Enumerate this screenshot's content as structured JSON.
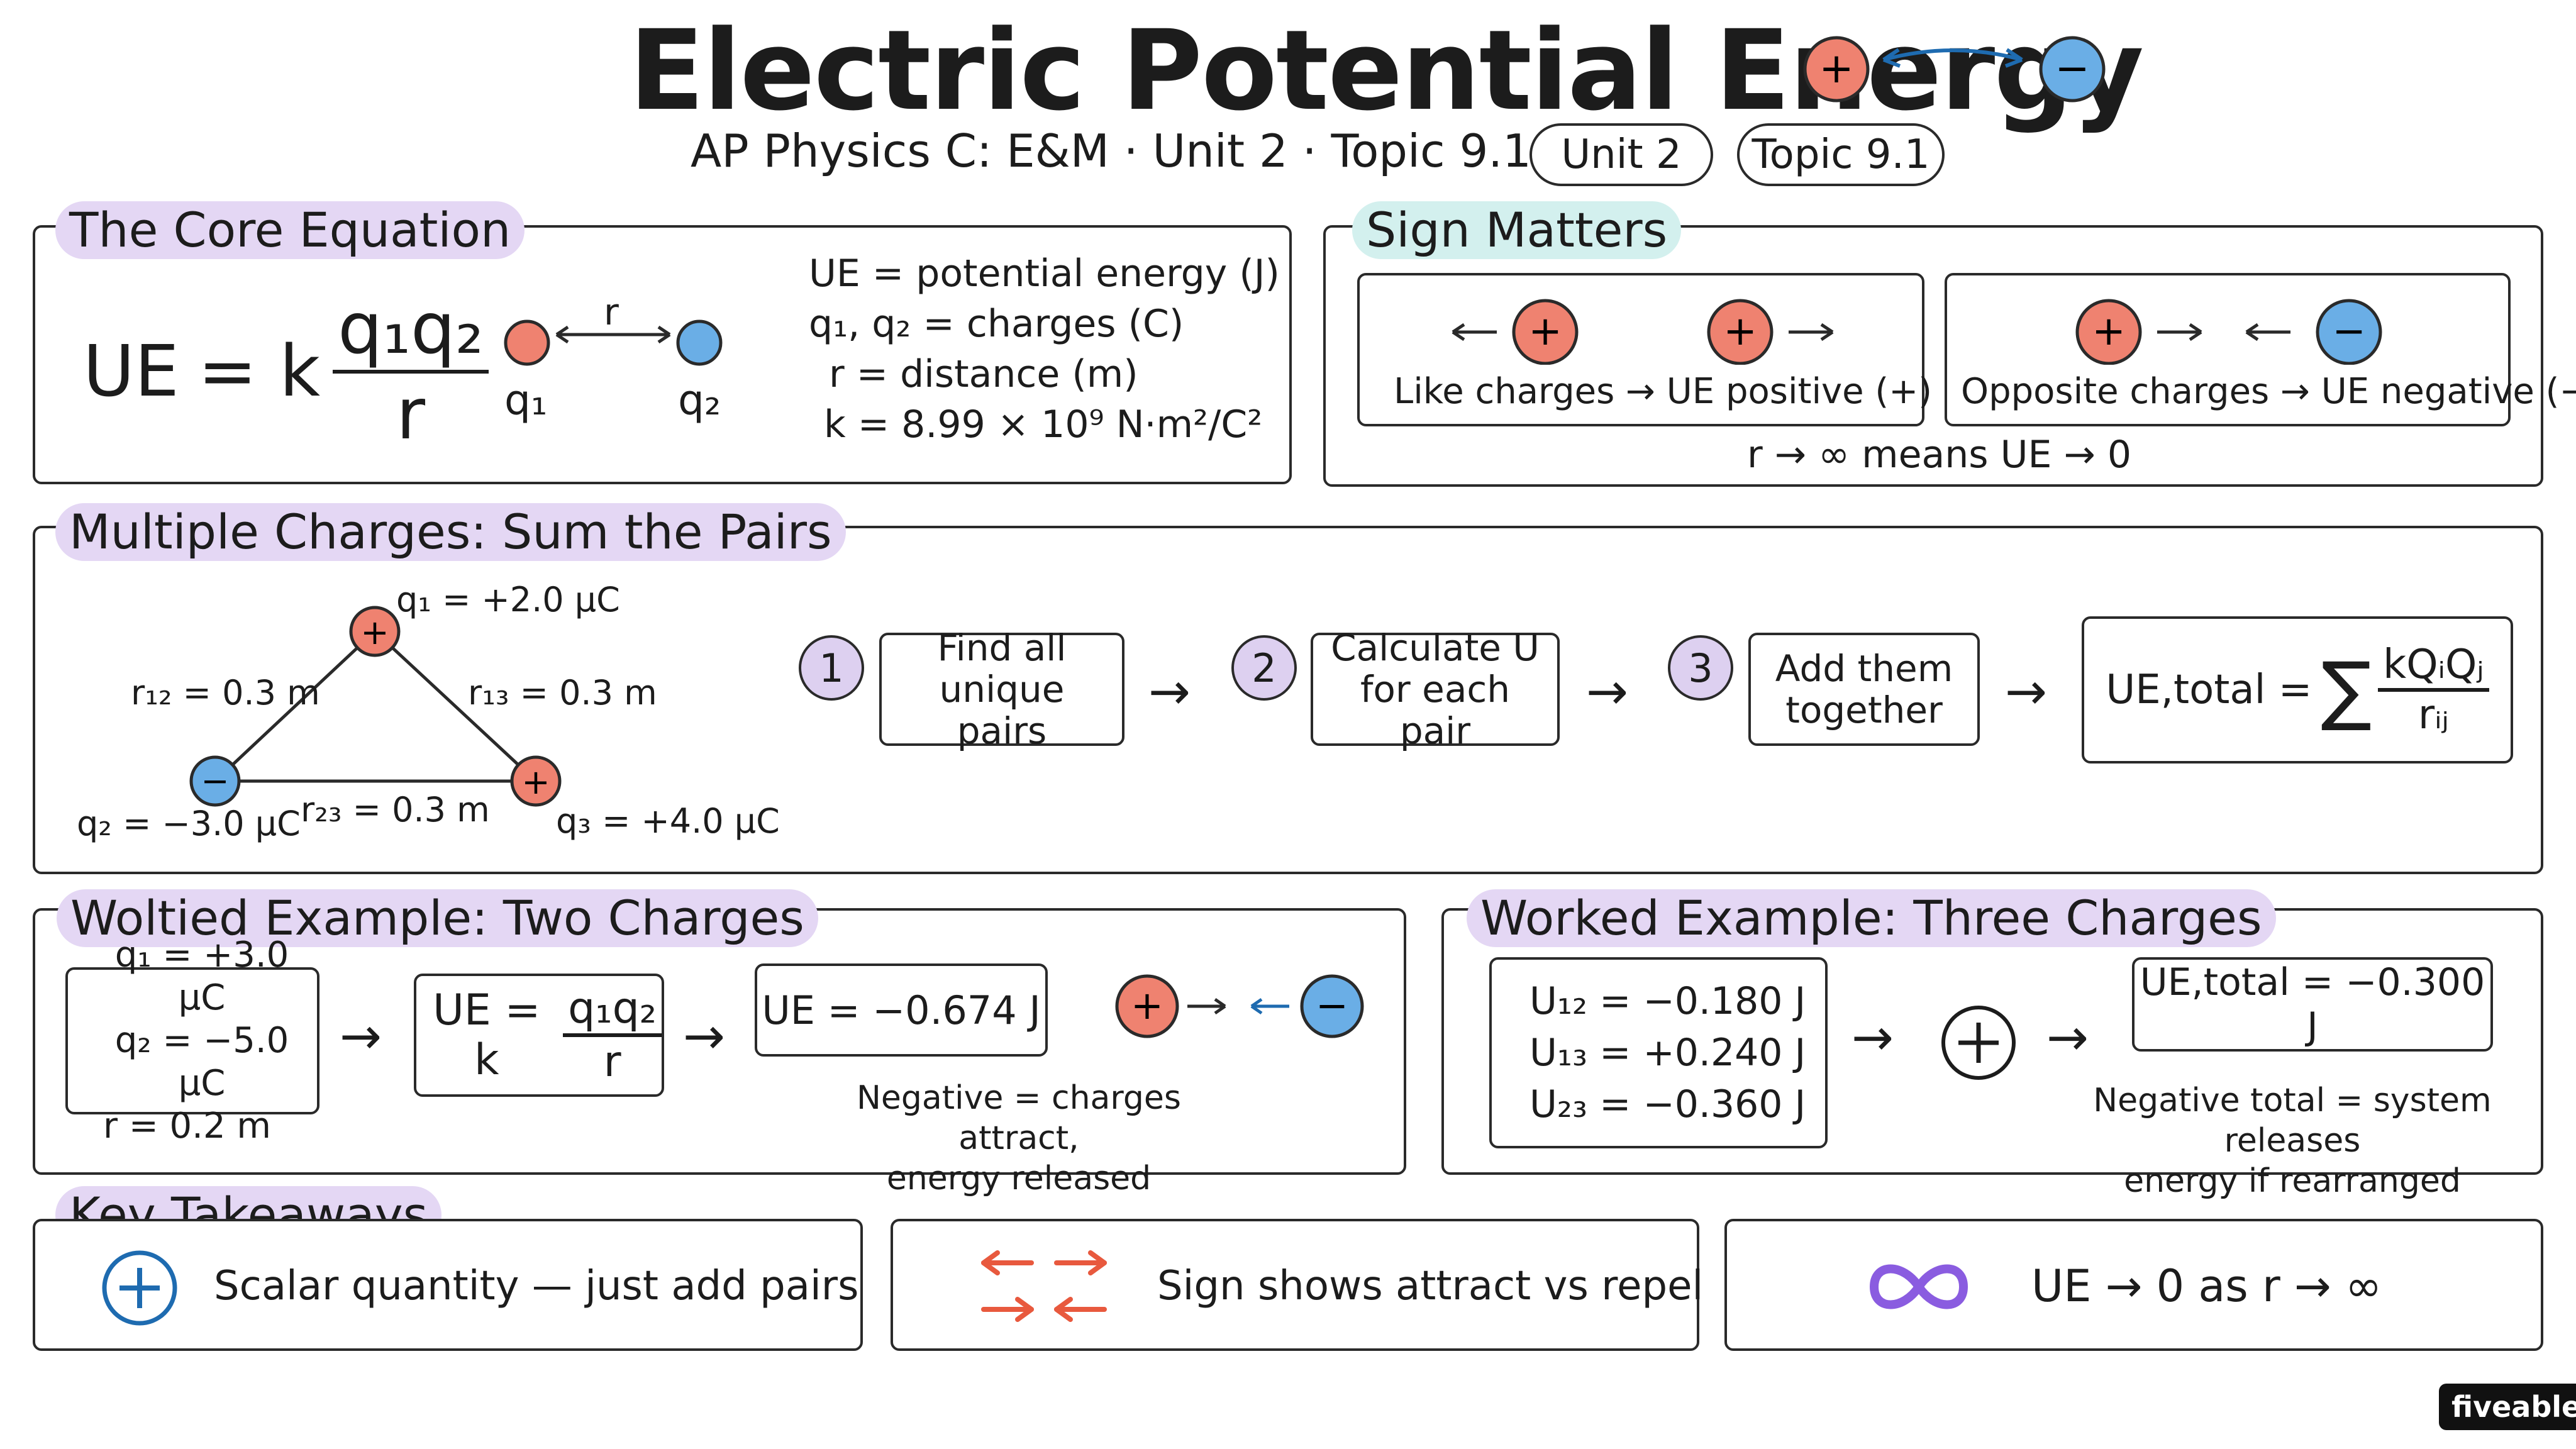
{
  "header": {
    "title": "Electric Potential Energy",
    "subtitle": "AP Physics C: E&M · Unit 2 · Topic 9.1",
    "badge_unit": "Unit 2",
    "badge_topic": "Topic 9.1"
  },
  "colors": {
    "positive": "#ef8270",
    "negative": "#6aaee6",
    "accent_purple": "#e4d7f4",
    "accent_teal": "#d3f0ee",
    "arrow_orange": "#e8593e",
    "arrow_blue": "#1e6bb0"
  },
  "core": {
    "title": "The Core Equation",
    "eq_lhs": "UE",
    "eq_eq": "= k",
    "eq_num": "q₁q₂",
    "eq_den": "r",
    "diagram_r": "r",
    "q1": "q₁",
    "q2": "q₂",
    "def_ue": "UE = potential energy (J)",
    "def_q": "q₁, q₂ = charges (C)",
    "def_r": "r = distance (m)",
    "def_k": "k = 8.99 × 10⁹ N·m²/C²"
  },
  "sign": {
    "title": "Sign Matters",
    "like": "Like charges → UE positive (+)",
    "opposite": "Opposite charges → UE negative (−)",
    "infinity": "r → ∞ means UE → 0"
  },
  "multiple": {
    "title": "Multiple Charges: Sum the Pairs",
    "q1": "q₁ = +2.0 μC",
    "q2": "q₂ = −3.0 μC",
    "q3": "q₃ = +4.0 μC",
    "r12": "r₁₂ = 0.3 m",
    "r13": "r₁₃ = 0.3 m",
    "r23": "r₂₃ = 0.3 m",
    "step1_num": "1",
    "step1": "Find all unique pairs",
    "step2_num": "2",
    "step2": "Calculate U for each pair",
    "step3_num": "3",
    "step3": "Add them together",
    "sum_lhs": "UE,total =",
    "sum_sigma": "∑",
    "sum_num": "kQᵢQⱼ",
    "sum_den": "rᵢⱼ"
  },
  "two": {
    "title": "Woltied Example: Two Charges",
    "given_q1": "q₁ = +3.0 μC",
    "given_q2": "q₂ = −5.0 μC",
    "given_r": "r = 0.2 m",
    "formula_lhs": "UE = k",
    "formula_num": "q₁q₂",
    "formula_den": "r",
    "result": "UE = −0.674 J",
    "note": "Negative = charges attract,\nenergy released"
  },
  "three": {
    "title": "Worked Example: Three Charges",
    "u12": "U₁₂ = −0.180 J",
    "u13": "U₁₃ = +0.240 J",
    "u23": "U₂₃ = −0.360 J",
    "result": "UE,total = −0.300 J",
    "note": "Negative total = system releases\nenergy if rearranged"
  },
  "takeaways": {
    "title": "Key Takeaways",
    "t1": "Scalar quantity — just add pairs",
    "t2": "Sign shows attract vs repel",
    "t3": "UE → 0 as r → ∞"
  },
  "logo": "fiveable",
  "symbols": {
    "plus": "+",
    "minus": "−"
  }
}
